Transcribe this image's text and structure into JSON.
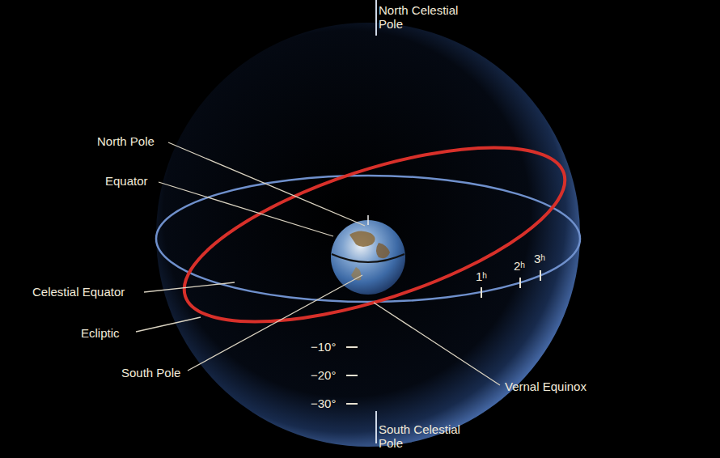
{
  "diagram": {
    "labels": [
      "North Celestial Pole",
      "North Pole",
      "Equator",
      "Celestial Equator",
      "1ʰ",
      "2ʰ",
      "3ʰ",
      "Ecliptic",
      "South Pole",
      "−10°",
      "−20°",
      "−30°",
      "Vernal Equinox",
      "South Celestial Pole"
    ]
  }
}
